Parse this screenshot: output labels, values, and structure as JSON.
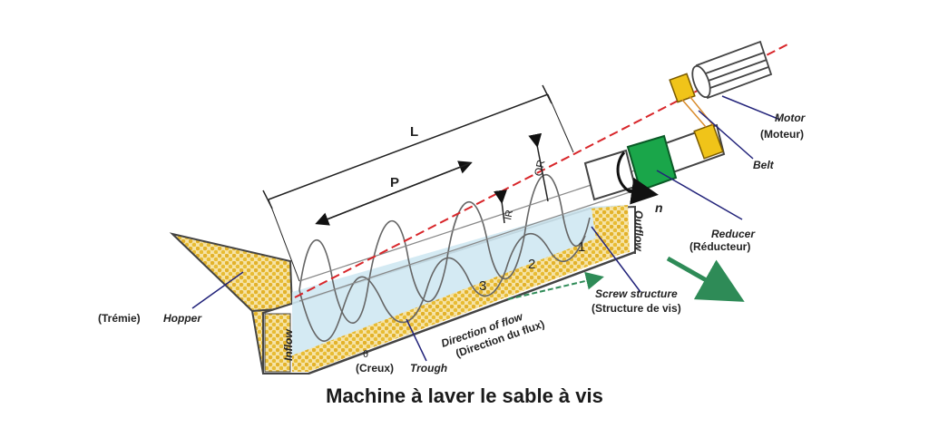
{
  "diagram": {
    "caption": "Machine à laver le sable à vis",
    "dimensions": {
      "length": "L",
      "pitch": "P",
      "outer_radius": "OR",
      "inner_radius": "IR",
      "rotation": "n",
      "angle": "θ"
    },
    "stages": [
      "1",
      "2",
      "3"
    ],
    "labels": {
      "hopper": "Hopper",
      "hopper_fr": "(Trémie)",
      "inflow": "Inflow",
      "outflow": "Outflow",
      "trough": "Trough",
      "trough_fr": "(Creux)",
      "flow_dir": "Direction of flow",
      "flow_dir_fr": "(Direction du flux)",
      "screw": "Screw structure",
      "screw_fr": "(Structure de vis)",
      "reducer": "Reducer",
      "reducer_fr": "(Réducteur)",
      "belt": "Belt",
      "motor": "Motor",
      "motor_fr": "(Moteur)"
    },
    "colors": {
      "sand": "#e8b830",
      "water": "#cfe8f2",
      "reducer": "#1aa64a",
      "belt_pulley": "#f0c419",
      "axis": "#d8262a",
      "arrow": "#2e8b57",
      "leader": "#22237a"
    }
  }
}
